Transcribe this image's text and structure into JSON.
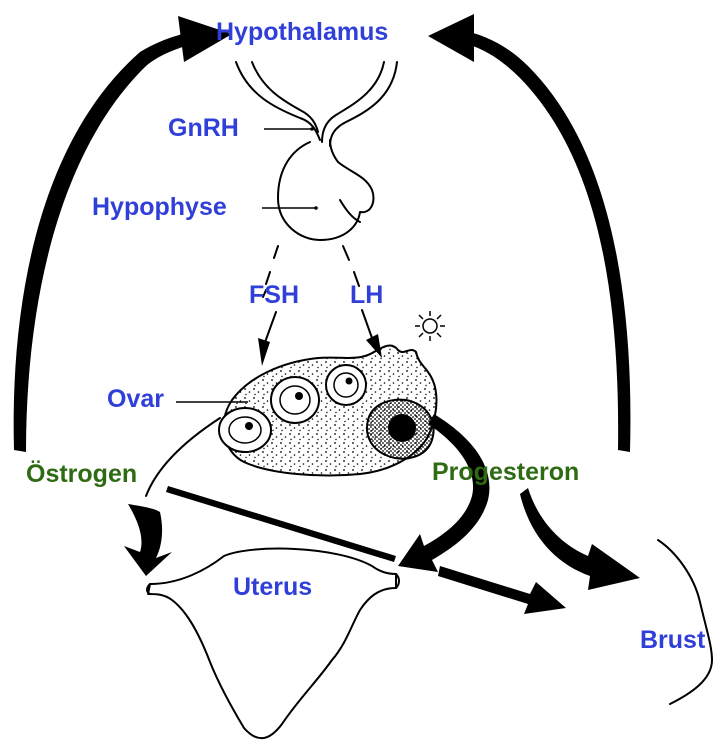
{
  "labels": {
    "hypothalamus": "Hypothalamus",
    "gnrh": "GnRH",
    "hypophyse": "Hypophyse",
    "fsh": "FSH",
    "lh": "LH",
    "ovar": "Ovar",
    "oestrogen": "Östrogen",
    "progesteron": "Progesteron",
    "uterus": "Uterus",
    "brust": "Brust"
  },
  "colors": {
    "organ_label": "#2f3fd8",
    "hormone_label": "#2e6b12",
    "ink": "#000000"
  }
}
